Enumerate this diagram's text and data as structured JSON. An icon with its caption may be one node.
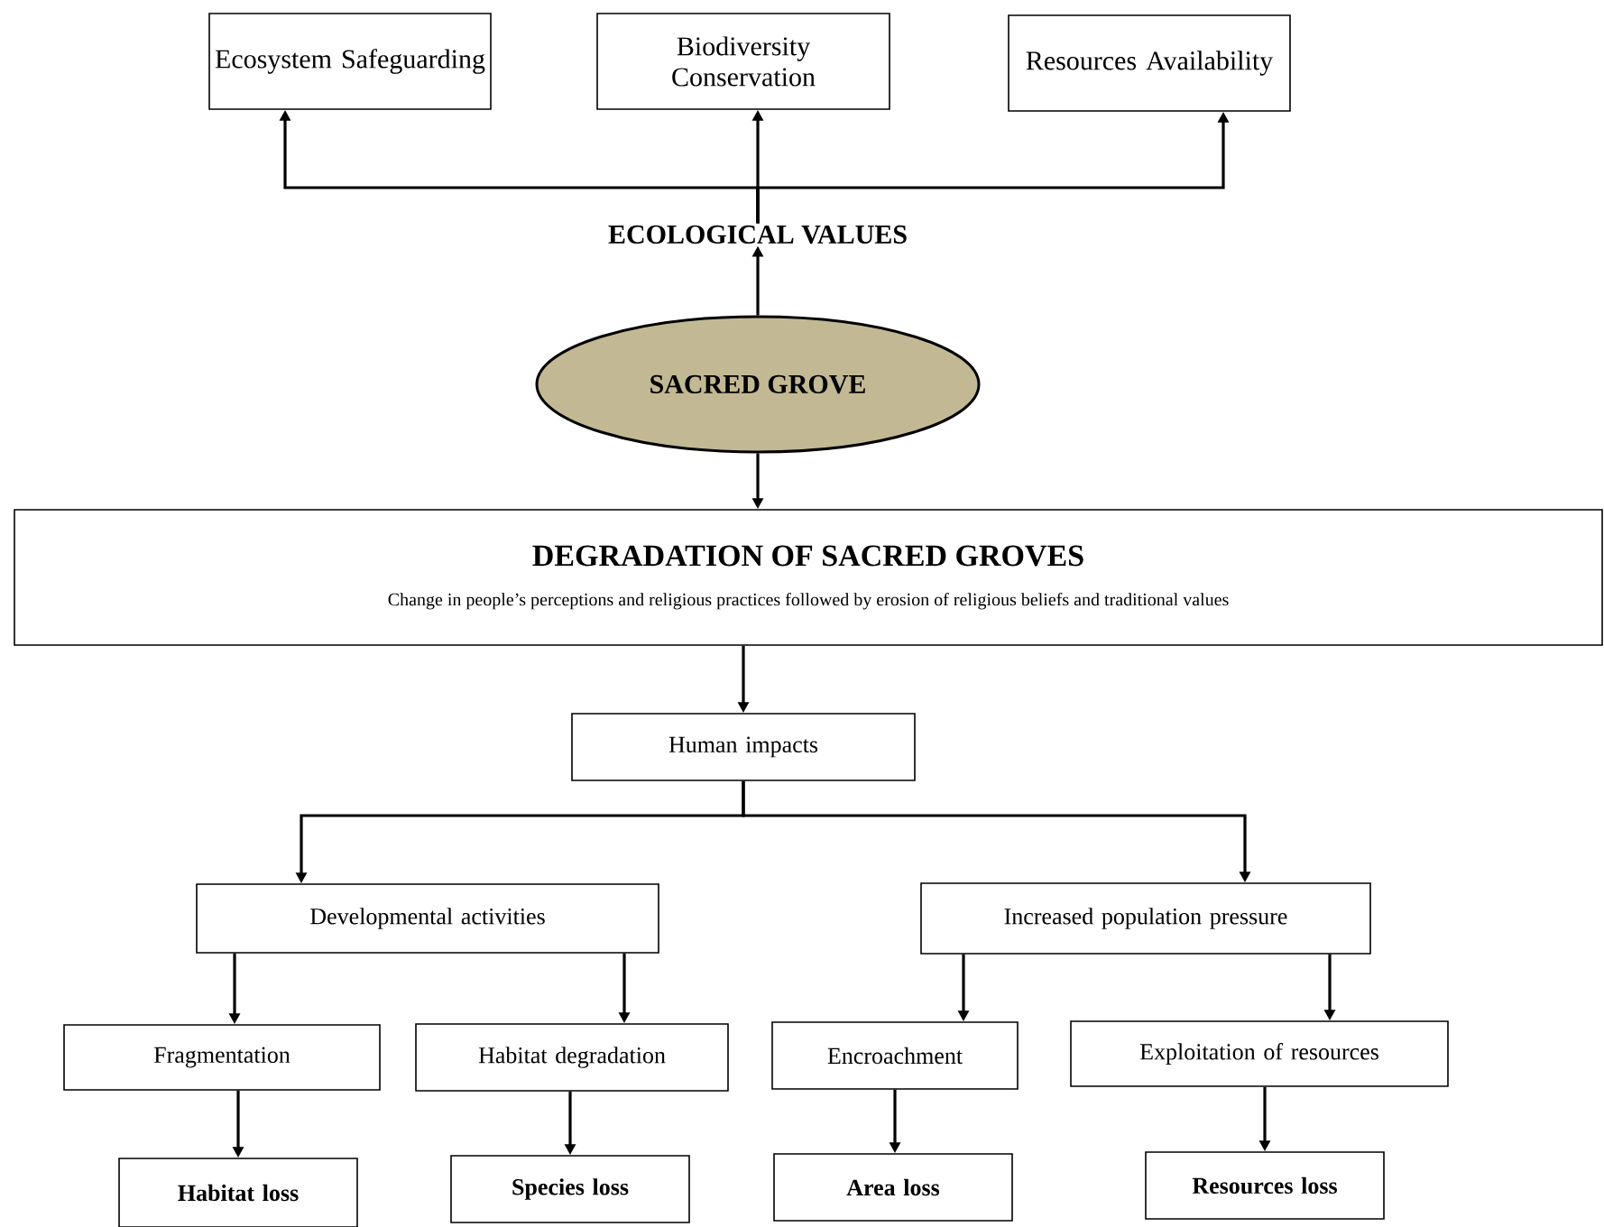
{
  "diagram": {
    "nodes": [
      {
        "text": [
          "Ecosystem Safeguarding"
        ]
      },
      {
        "text": [
          "Biodiversity Conservation"
        ]
      },
      {
        "text": [
          "Resources Availability"
        ]
      },
      {
        "text": [
          "ECOLOGICAL VALUES"
        ]
      },
      {
        "text": [
          "SACRED GROVE"
        ]
      },
      {
        "text": [
          "DEGRADATION OF SACRED GROVES",
          "Change in people’s perceptions and religious practices followed by erosion of religious beliefs and traditional values"
        ]
      },
      {
        "text": [
          "Human impacts"
        ]
      },
      {
        "text": [
          "Developmental activities"
        ]
      },
      {
        "text": [
          "Increased population pressure"
        ]
      },
      {
        "text": [
          "Fragmentation"
        ]
      },
      {
        "text": [
          "Habitat degradation"
        ]
      },
      {
        "text": [
          "Encroachment"
        ]
      },
      {
        "text": [
          "Exploitation of resources"
        ]
      },
      {
        "text": [
          "Habitat loss"
        ]
      },
      {
        "text": [
          "Species loss"
        ]
      },
      {
        "text": [
          "Area loss"
        ]
      },
      {
        "text": [
          "Resources loss"
        ]
      }
    ],
    "edges": [
      {
        "from": 3,
        "to": 0,
        "arrow": "to"
      },
      {
        "from": 3,
        "to": 1,
        "arrow": "to"
      },
      {
        "from": 3,
        "to": 2,
        "arrow": "to"
      },
      {
        "from": 4,
        "to": 3,
        "arrow": "to"
      },
      {
        "from": 4,
        "to": 5,
        "arrow": "to"
      },
      {
        "from": 5,
        "to": 6,
        "arrow": "to"
      },
      {
        "from": 6,
        "to": 7,
        "arrow": "to"
      },
      {
        "from": 6,
        "to": 8,
        "arrow": "to"
      },
      {
        "from": 7,
        "to": 9,
        "arrow": "to"
      },
      {
        "from": 7,
        "to": 10,
        "arrow": "to"
      },
      {
        "from": 8,
        "to": 11,
        "arrow": "to"
      },
      {
        "from": 8,
        "to": 12,
        "arrow": "to"
      },
      {
        "from": 9,
        "to": 13,
        "arrow": "to"
      },
      {
        "from": 10,
        "to": 14,
        "arrow": "to"
      },
      {
        "from": 11,
        "to": 15,
        "arrow": "to"
      },
      {
        "from": 12,
        "to": 16,
        "arrow": "to"
      }
    ]
  }
}
